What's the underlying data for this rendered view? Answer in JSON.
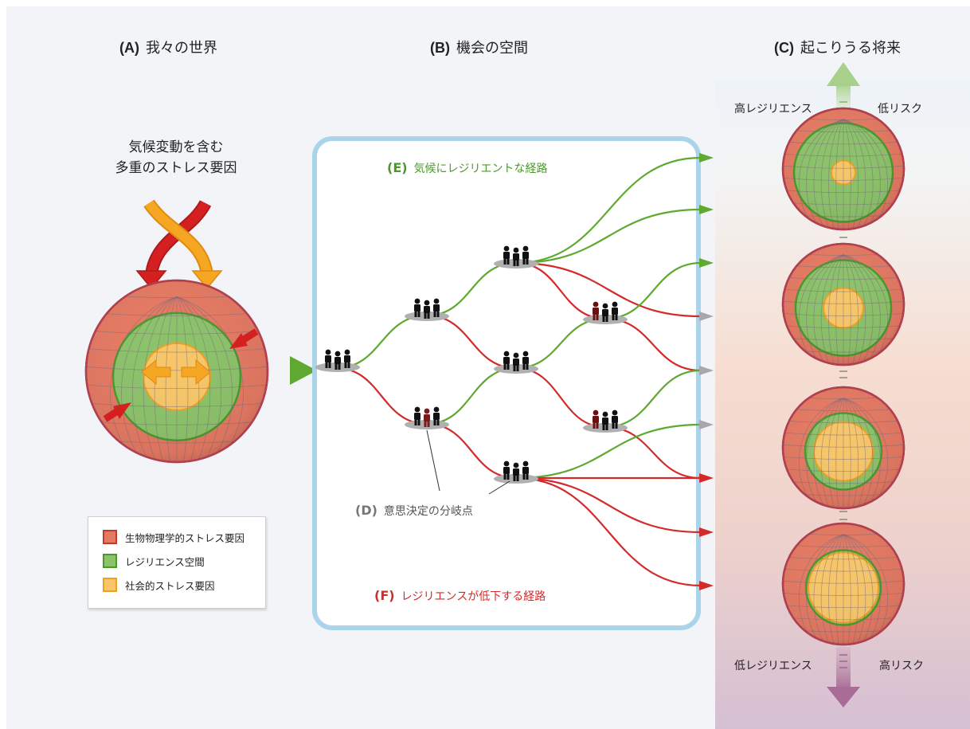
{
  "panels": {
    "a_letter": "(A)",
    "a_title": "我々の世界",
    "b_letter": "(B)",
    "b_title": "機会の空間",
    "c_letter": "(C)",
    "c_title": "起こりうる将来"
  },
  "stressors": {
    "line1": "気候変動を含む",
    "line2": "多重のストレス要因"
  },
  "pathways": {
    "e_letter": "(E)",
    "e_text": "気候にレジリエントな経路",
    "f_letter": "(F)",
    "f_text": "レジリエンスが低下する経路",
    "d_letter": "(D)",
    "d_text": "意思決定の分岐点"
  },
  "futures": {
    "top_left": "高レジリエンス",
    "top_right": "低リスク",
    "bottom_left": "低レジリエンス",
    "bottom_right": "高リスク"
  },
  "legend": [
    {
      "label": "生物物理学的ストレス要因",
      "fill": "#e57a63",
      "stroke": "#c0392b"
    },
    {
      "label": "レジリエンス空間",
      "fill": "#8cc26a",
      "stroke": "#4a9a2a"
    },
    {
      "label": "社会的ストレス要因",
      "fill": "#f7c66a",
      "stroke": "#f0a020"
    }
  ],
  "colors": {
    "green_path": "#5fa832",
    "red_path": "#d42a2a",
    "grey_arrow": "#a8a8a8",
    "box_border": "#a9d4ea",
    "globe_red": "#e57a63",
    "globe_green": "#8cc26a",
    "globe_yellow": "#f7c66a",
    "arrow_orange": "#f5a623",
    "arrow_red": "#d42020"
  }
}
